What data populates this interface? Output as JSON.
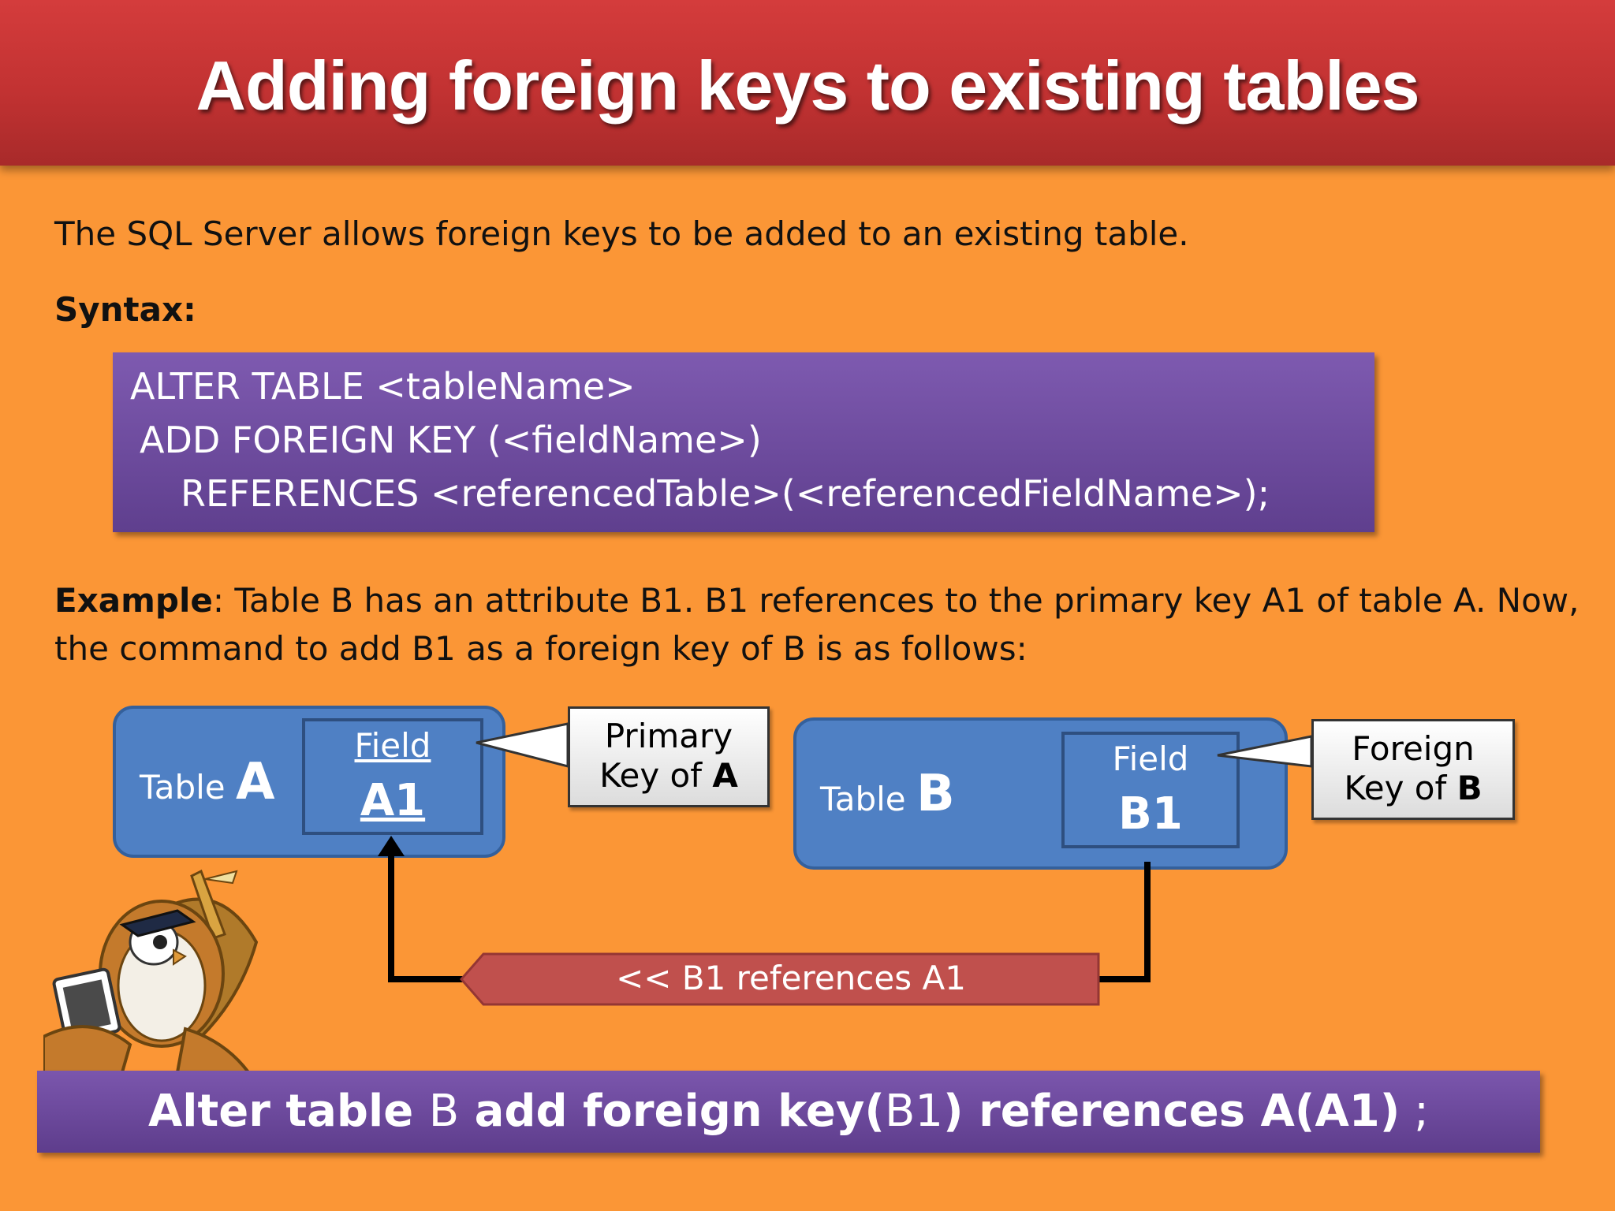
{
  "title": "Adding foreign keys to existing tables",
  "intro": "The SQL Server allows foreign keys to be added to an existing table.",
  "syntax_label": "Syntax:",
  "syntax_code": {
    "line1": "ALTER TABLE <tableName>",
    "line2": "ADD FOREIGN KEY (<fieldName>)",
    "line3": "REFERENCES <referencedTable>(<referencedFieldName>);"
  },
  "example": {
    "label": "Example",
    "line1": ": Table B has an attribute B1.  B1 references to the primary key A1 of table A. Now,",
    "line2": "the command to add B1 as a foreign key of B is as follows:"
  },
  "diagram": {
    "table_a": {
      "prefix": "Table ",
      "name": "A",
      "field_label": "Field",
      "field_value": "A1"
    },
    "table_b": {
      "prefix": "Table ",
      "name": "B",
      "field_label": "Field",
      "field_value": "B1"
    },
    "callout_a": {
      "line1": "Primary",
      "line2_prefix": "Key of ",
      "line2_bold": "A"
    },
    "callout_b": {
      "line1": "Foreign",
      "line2_prefix": "Key of ",
      "line2_bold": "B"
    },
    "arrow_label": "<< B1 references A1"
  },
  "command": {
    "p1": "Alter table ",
    "p2": "B",
    "p3": " add foreign key(",
    "p4": "B1",
    "p5": ") references A(A1)",
    "p6": " ;"
  },
  "colors": {
    "background": "#fb9636",
    "title_bar": "#c23232",
    "code_box": "#6e4c9e",
    "table_box": "#4f80c4",
    "arrow_banner": "#c0504d"
  },
  "icons": [
    "owl-mascot-icon"
  ]
}
